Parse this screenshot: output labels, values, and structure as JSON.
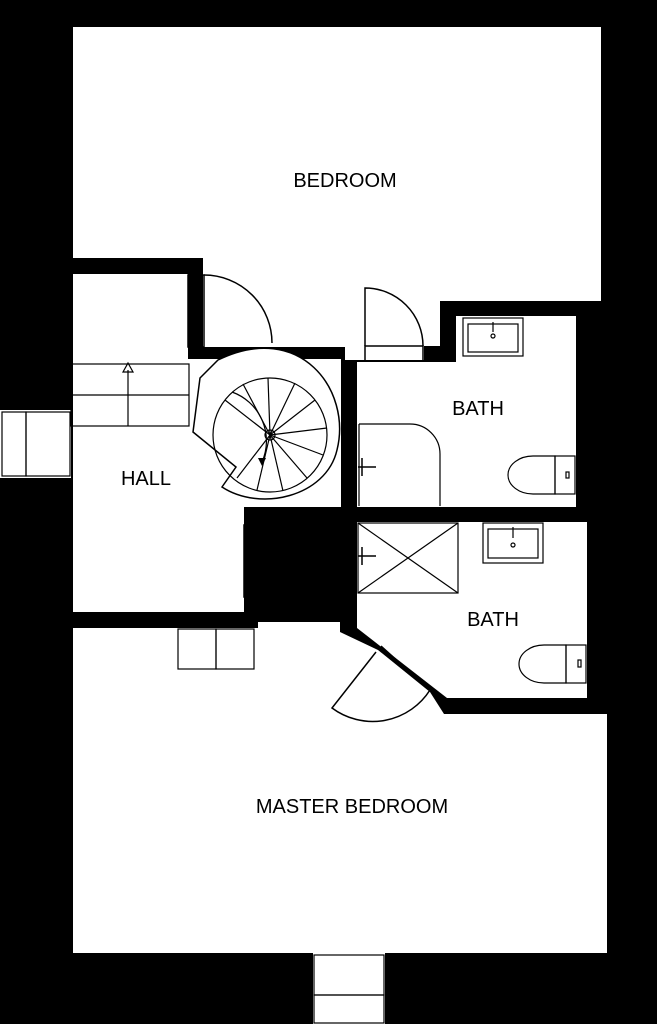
{
  "rooms": [
    {
      "id": "bedroom",
      "label": "BEDROOM"
    },
    {
      "id": "hall",
      "label": "HALL"
    },
    {
      "id": "bath-upper",
      "label": "BATH"
    },
    {
      "id": "bath-lower",
      "label": "BATH"
    },
    {
      "id": "master-bedroom",
      "label": "MASTER BEDROOM"
    }
  ],
  "colors": {
    "wall": "#000000",
    "floor": "#ffffff",
    "line": "#000000"
  }
}
